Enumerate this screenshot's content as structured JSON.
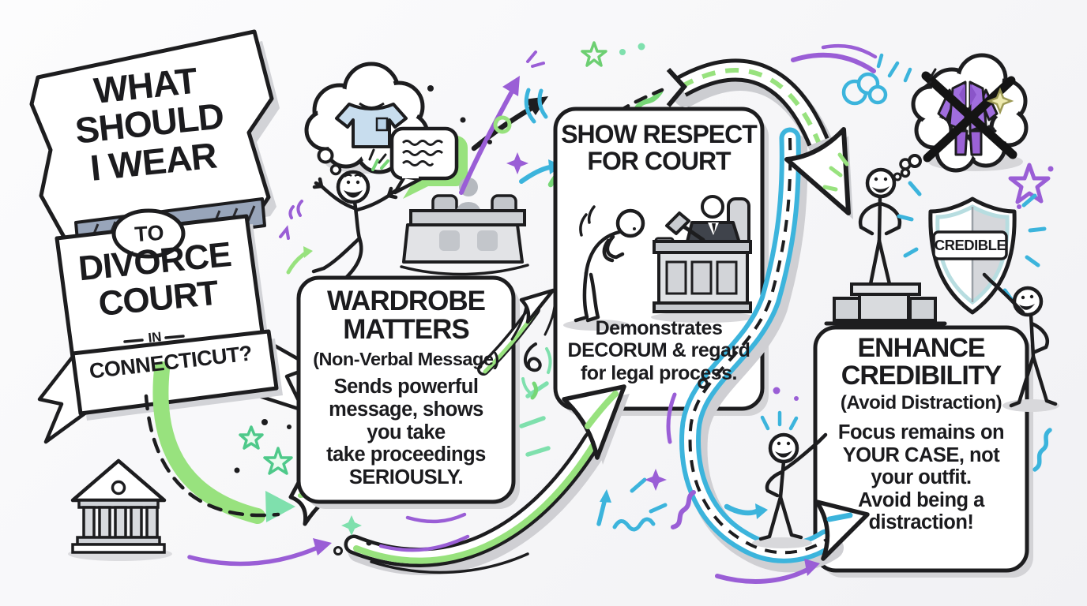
{
  "scene": {
    "description": "Hand-drawn whiteboard infographic about what to wear to divorce court in Connecticut",
    "background": "#f8f8f9",
    "ink": "#1d1d1f"
  },
  "palette": {
    "green": "#8fe07a",
    "mint": "#7fe0ad",
    "blue": "#3cb4dc",
    "purple": "#9a5ed6",
    "shirt_blue": "#c8ddee",
    "gray": "#d6d8dc"
  },
  "banner": {
    "top": "WHAT\nSHOULD\nI WEAR",
    "connector": "TO",
    "middle": "DIVORCE\nCOURT",
    "preposition": "IN",
    "bottom": "CONNECTICUT?"
  },
  "wardrobe_box": {
    "title": "WARDROBE\nMATTERS",
    "subtitle": "(Non-Verbal Message)",
    "body": "Sends powerful\nmessage, shows\nyou take\ntake proceedings\nSERIOUSLY."
  },
  "respect_box": {
    "title": "SHOW RESPECT\nFOR COURT",
    "body": "Demonstrates\nDECORUM & regard\nfor legal process."
  },
  "credibility_box": {
    "title": "ENHANCE\nCREDIBILITY",
    "subtitle": "(Avoid Distraction)",
    "body": "Focus remains on\nYOUR CASE, not\nyour outfit.\nAvoid being a\ndistraction!"
  },
  "shield": {
    "label": "CREDIBLE"
  }
}
